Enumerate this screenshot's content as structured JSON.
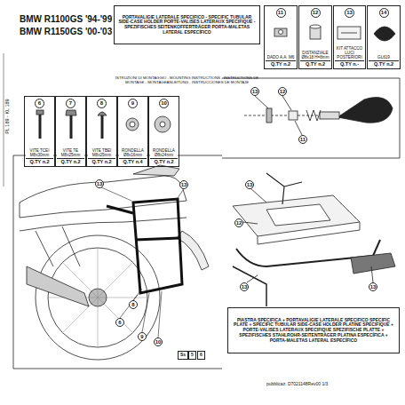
{
  "diagram": {
    "nodes": [
      {
        "text": [
          "PORTAVALIGIE LATERALE SPECIFICO - SPECIFIC TUBULAR SIDE-CASE HOLDER PORTE-VALISES LATERAUX SPECIFIQUE - SPEZIFISCHES SEITENKOFFERTRÄGER PORTA-MALETAS LATERAL ESPECÍFICO"
        ]
      },
      {
        "text": [
          "11",
          "DADO A.A. M6",
          "Q.TY n.2"
        ]
      },
      {
        "text": [
          "12",
          "DISTANZIALE Ø8x18 H=8mm",
          "Q.TY n.2"
        ]
      },
      {
        "text": [
          "13",
          "KIT ATTACCO LUCI POSTERIORI",
          "Q.TY n.-"
        ]
      },
      {
        "text": [
          "14",
          "GL619",
          "Q.TY n.2"
        ]
      },
      {
        "text": [
          "6",
          "VITE TCEI M8x30mm",
          "Q.TY n.2"
        ]
      },
      {
        "text": [
          "7",
          "VITE TE M8x25mm",
          "Q.TY n.2"
        ]
      },
      {
        "text": [
          "8",
          "VITE TBEI M8x25mm",
          "Q.TY n.2"
        ]
      },
      {
        "text": [
          "9",
          "RONDELLA Ø8x16mm",
          "Q.TY n.4"
        ]
      },
      {
        "text": [
          "10",
          "RONDELLA Ø8x24mm",
          "Q.TY n.2"
        ]
      },
      {
        "text": [
          "PIASTRA SPECIFICA + PORTAVALIGIE LATERALE SPECIFICO SPECIFIC PLATE + SPECIFIC TUBULAR SIDE-CASE HOLDER PLATINE SPECIFIQUE + PORTE-VALISES LATERAUX SPECIFIQUE SPEZIFISCHE PLATTE + SPEZIFISCHES STAHLROHR-SEITENTRÄGER PLATINA ESPECÍFICA + PORTA-MALETAS LATERAL ESPECÍFICO"
        ]
      }
    ],
    "labels": [
      "PL 189 - KL 189",
      "BMW R1100GS '94-'99",
      "BMW R1150GS '00-'03",
      "ISTRUZIONI DI MONTAGGIO - MOUNTING INSTRUCTIONS - INSTRUCTIONS DE MONTAGE - MONTAGEANLEITUNG - INSTRUCCIONES DE MONTAJE",
      "13",
      "12",
      "11",
      "13",
      "13",
      "8",
      "6",
      "9",
      "10",
      "Ss",
      "5",
      "6",
      "13",
      "12",
      "13",
      "13",
      "pubblicaz. D7021148Rev00 1/3"
    ]
  }
}
